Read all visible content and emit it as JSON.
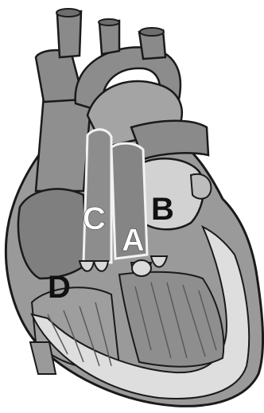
{
  "labels": {
    "a": "A",
    "b": "B",
    "c": "C",
    "d": "D"
  },
  "colors": {
    "background": "#ffffff",
    "outline": "#1a1a1a",
    "vessel_dark": "#8a8a8a",
    "vessel_mid": "#9c9c9c",
    "chamber_light": "#d0d0d0",
    "chamber_dark": "#7a7a7a",
    "muscle": "#9a9a9a",
    "label_white": "#ffffff",
    "label_black": "#111111"
  }
}
